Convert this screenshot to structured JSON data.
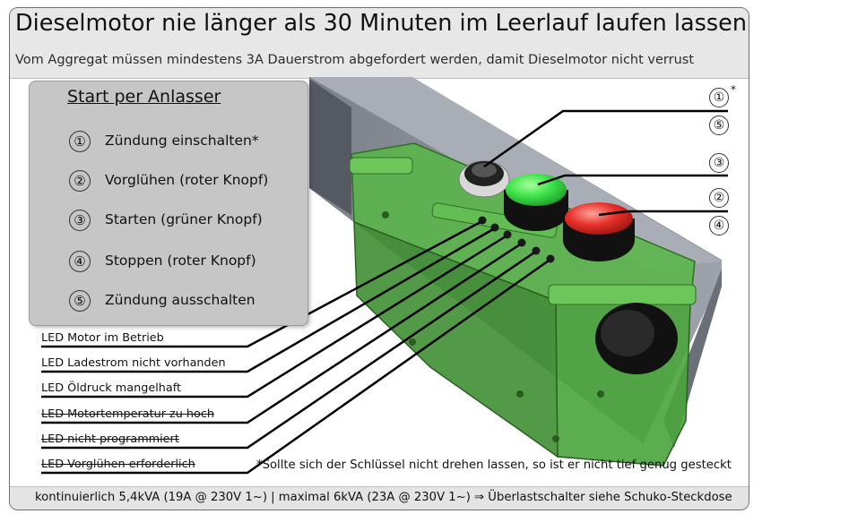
{
  "header": {
    "title": "Dieselmotor nie länger als 30 Minuten im Leerlauf laufen lassen:",
    "subtitle": "Vom Aggregat müssen mindestens 3A Dauerstrom abgefordert werden, damit Dieselmotor nicht verrust"
  },
  "panel": {
    "title": "Start per Anlasser",
    "steps": [
      {
        "num": "①",
        "label": "Zündung einschalten*"
      },
      {
        "num": "②",
        "label": "Vorglühen (roter Knopf)"
      },
      {
        "num": "③",
        "label": "Starten (grüner Knopf)"
      },
      {
        "num": "④",
        "label": "Stoppen (roter Knopf)"
      },
      {
        "num": "⑤",
        "label": "Zündung ausschalten"
      }
    ]
  },
  "leds": [
    {
      "label": "LED Motor im Betrieb",
      "struck": false
    },
    {
      "label": "LED Ladestrom nicht vorhanden",
      "struck": false
    },
    {
      "label": "LED Öldruck mangelhaft",
      "struck": false
    },
    {
      "label": "LED Motortemperatur zu hoch",
      "struck": true
    },
    {
      "label": "LED nicht programmiert",
      "struck": true
    },
    {
      "label": "LED Vorglühen erforderlich",
      "struck": true
    }
  ],
  "callouts": {
    "key_top": "①",
    "key_bottom": "⑤",
    "green": "③",
    "red_top": "②",
    "red_bottom": "④",
    "asterisk": "*"
  },
  "note": "*Sollte sich der Schlüssel nicht drehen lassen, so ist er nicht tief genug gesteckt",
  "footer": "kontinuierlich 5,4kVA (19A @ 230V 1~) | maximal 6kVA (23A @ 230V 1~) ⇒ Überlastschalter siehe Schuko-Steckdose",
  "colors": {
    "housing": "#4caf3a",
    "green_button": "#3fe34a",
    "red_button": "#e8312b",
    "panel": "#c6c6c6"
  }
}
